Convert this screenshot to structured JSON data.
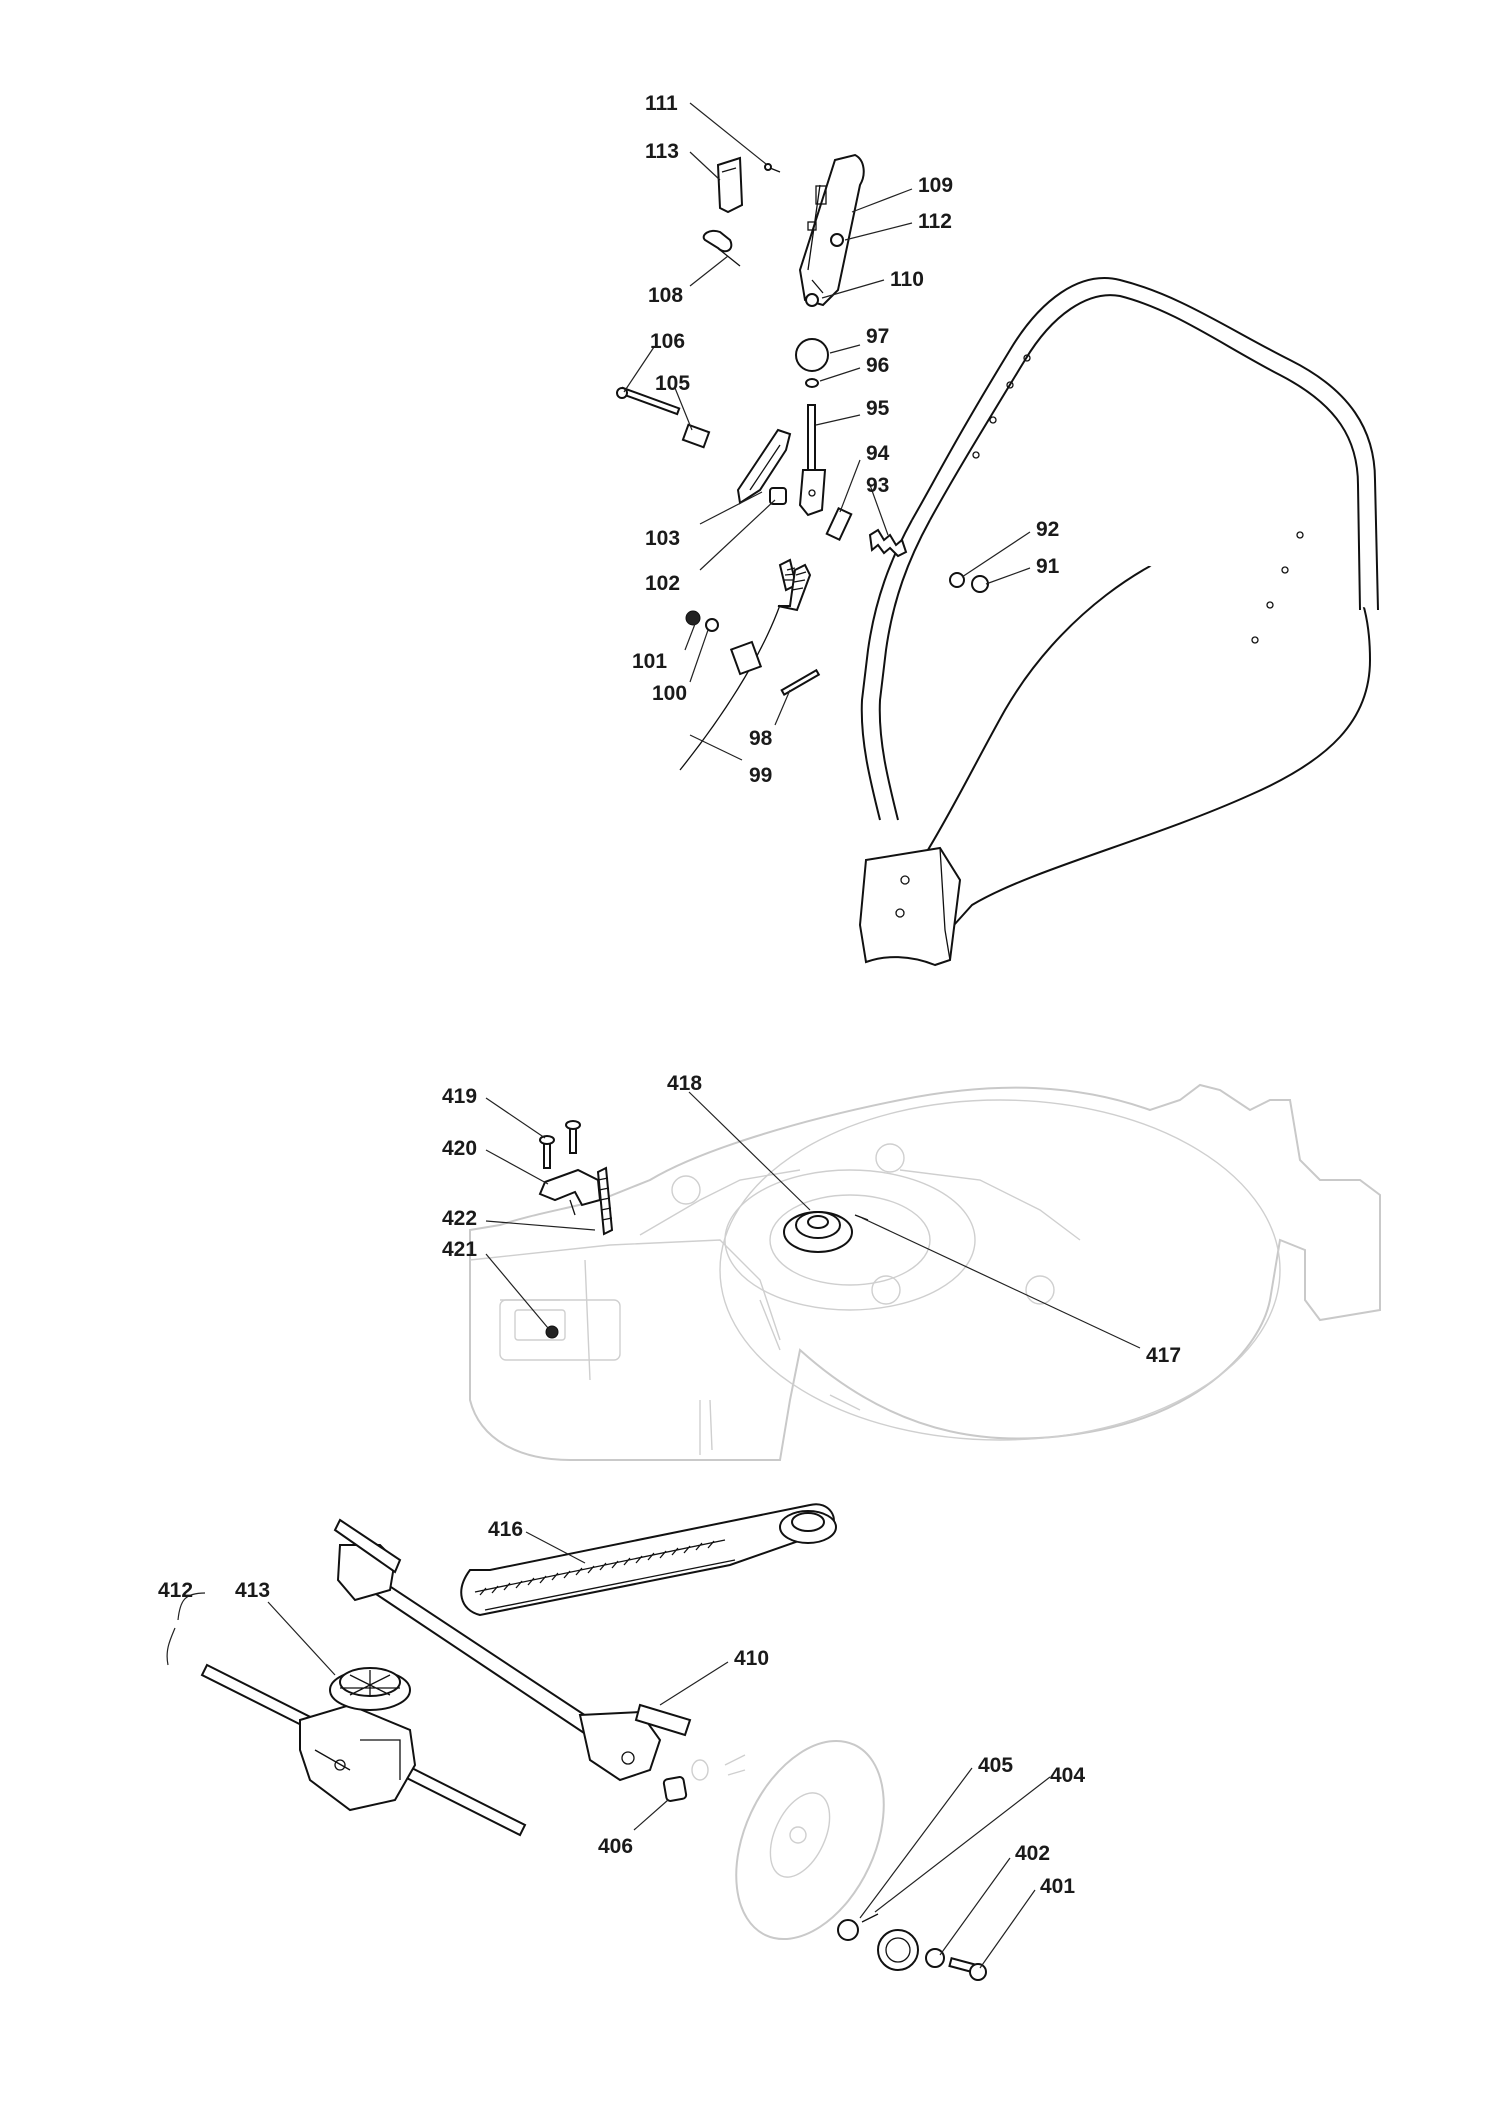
{
  "callouts": {
    "c111": "111",
    "c113": "113",
    "c109": "109",
    "c112": "112",
    "c108": "108",
    "c110": "110",
    "c106": "106",
    "c105": "105",
    "c97": "97",
    "c96": "96",
    "c95": "95",
    "c94": "94",
    "c93": "93",
    "c103": "103",
    "c102": "102",
    "c92": "92",
    "c91": "91",
    "c101": "101",
    "c100": "100",
    "c98": "98",
    "c99": "99",
    "c419": "419",
    "c418": "418",
    "c420": "420",
    "c422": "422",
    "c421": "421",
    "c417": "417",
    "c416": "416",
    "c412": "412",
    "c413": "413",
    "c410": "410",
    "c405": "405",
    "c404": "404",
    "c406": "406",
    "c402": "402",
    "c401": "401"
  }
}
